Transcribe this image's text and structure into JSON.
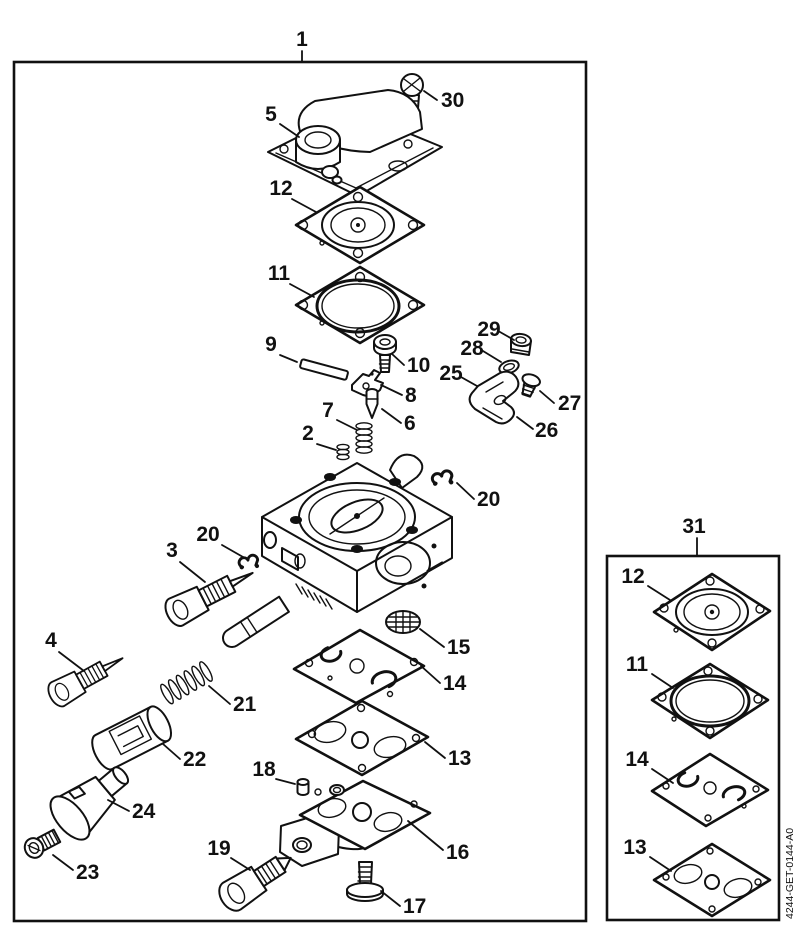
{
  "doc": {
    "part_code": "4244-GET-0144-A0",
    "line_color": "#111111",
    "background_color": "#ffffff"
  },
  "callouts": {
    "assembly": "1",
    "pump_cover": "5",
    "screw30": "30",
    "pump_diaphragm": "12",
    "gasket11": "11",
    "tube9": "9",
    "screw10": "10",
    "lever8": "8",
    "needle6": "6",
    "spring7": "7",
    "spring2": "2",
    "valve29": "29",
    "oring28": "28",
    "spring25": "25",
    "plug27": "27",
    "bracket26": "26",
    "clip20_right": "20",
    "clip20_left": "20",
    "screw3": "3",
    "screw4": "4",
    "spring21": "21",
    "valve22": "22",
    "shaft24": "24",
    "screw23": "23",
    "screen15": "15",
    "diaphragm14": "14",
    "gasket13": "13",
    "pin18": "18",
    "housing16": "16",
    "screw19": "19",
    "screw17": "17",
    "set31": "31",
    "inset_12": "12",
    "inset_11": "11",
    "inset_14": "14",
    "inset_13": "13"
  }
}
